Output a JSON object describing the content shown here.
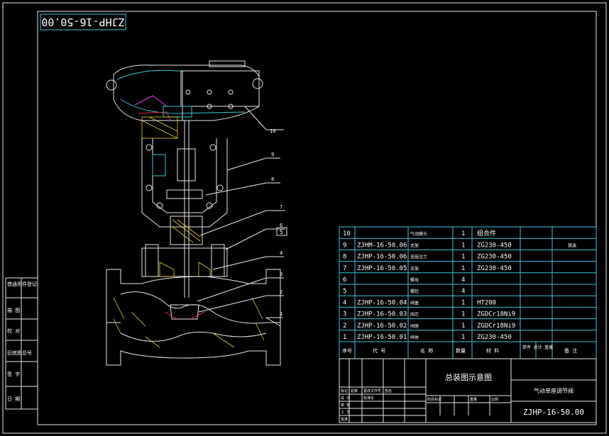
{
  "drawing": {
    "stamp": "ZJHP-16-50.00",
    "leaders": [
      "10",
      "9",
      "8",
      "7",
      "6",
      "5",
      "4",
      "3",
      "2",
      "1"
    ]
  },
  "side_panel": [
    "借通用件登记",
    "描 图",
    "校 对",
    "旧底图总号",
    "签 字",
    "日 期"
  ],
  "bom": {
    "rows": [
      {
        "no": "10",
        "code": "",
        "name": "气动膜头",
        "qty": "1",
        "material": "组合件",
        "remark": ""
      },
      {
        "no": "9",
        "code": "ZJHM-16-50.06",
        "name": "支架",
        "qty": "1",
        "material": "ZG230-450",
        "remark": "铸造"
      },
      {
        "no": "8",
        "code": "ZJHP-16-50.06",
        "name": "连接法兰",
        "qty": "1",
        "material": "ZG230-450",
        "remark": ""
      },
      {
        "no": "7",
        "code": "ZJHP-16-50.05",
        "name": "支架",
        "qty": "1",
        "material": "ZG230-450",
        "remark": ""
      },
      {
        "no": "6",
        "code": "",
        "name": "螺母",
        "qty": "4",
        "material": "",
        "remark": ""
      },
      {
        "no": "5",
        "code": "",
        "name": "螺栓",
        "qty": "4",
        "material": "",
        "remark": ""
      },
      {
        "no": "4",
        "code": "ZJHP-16-50.04",
        "name": "阀盖",
        "qty": "1",
        "material": "HT200",
        "remark": ""
      },
      {
        "no": "3",
        "code": "ZJHP-16-50.03",
        "name": "阀芯",
        "qty": "1",
        "material": "ZGDCr18Ni9",
        "remark": ""
      },
      {
        "no": "2",
        "code": "ZJHP-16-50.02",
        "name": "阀座",
        "qty": "1",
        "material": "ZGDCr18Ni9",
        "remark": ""
      },
      {
        "no": "1",
        "code": "ZJHP-16-50.01",
        "name": "阀体",
        "qty": "1",
        "material": "ZG230-450",
        "remark": ""
      }
    ],
    "header": {
      "no": "序号",
      "code": "代 号",
      "name": "名 称",
      "qty": "数量",
      "material": "材 料",
      "weight": "单件 总计 重量",
      "remark": "备 注"
    }
  },
  "title_block": {
    "drawing_title": "总装图示意图",
    "product_name": "气动单座调节阀",
    "drawing_number": "ZJHP-16-50.00",
    "labels": [
      "标记",
      "处数",
      "更改文件号",
      "签名",
      "设 计",
      "标准化",
      "审 核",
      "工 艺",
      "阶段标记",
      "重量",
      "比例",
      "批准"
    ]
  }
}
